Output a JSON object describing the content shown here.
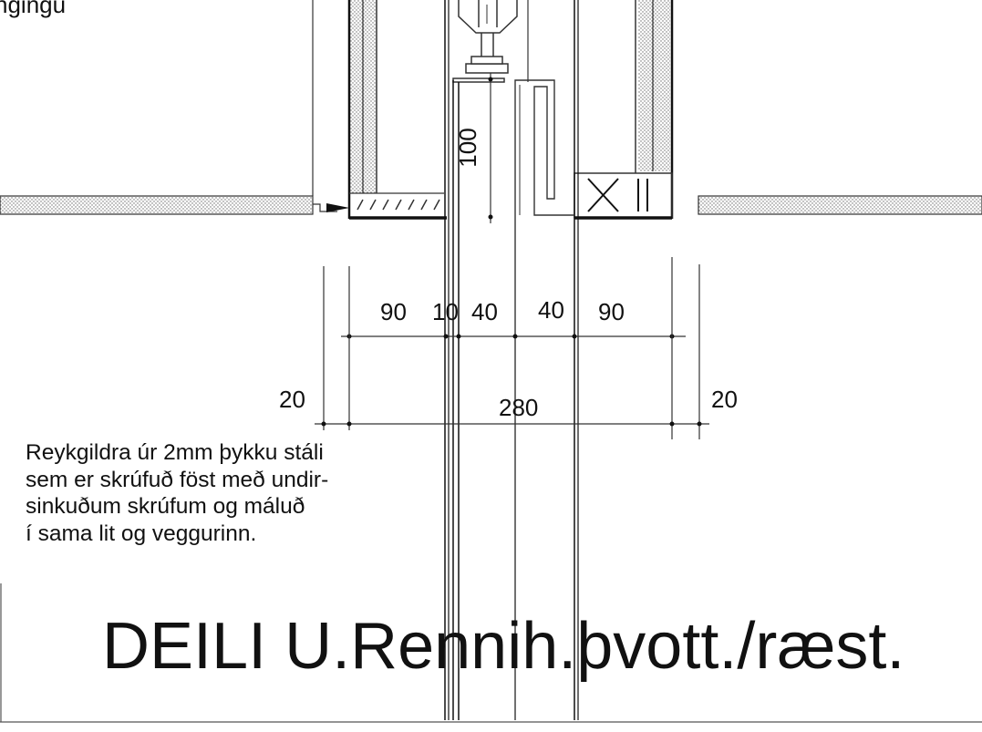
{
  "top_left_fragment": "ngingu",
  "dimensions": {
    "height_100": "100",
    "d_90_left": "90",
    "d_10": "10",
    "d_40_left": "40",
    "d_40_right": "40",
    "d_90_right": "90",
    "d_20_left": "20",
    "d_280": "280",
    "d_20_right": "20"
  },
  "note_lines": [
    "Reykgildra úr 2mm þykku stáli",
    "sem er skrúfuð föst með undir-",
    "sinkuðum skrúfum og máluð",
    "í sama lit og veggurinn."
  ],
  "title": "DEILI U.Rennih.þvott./ræst."
}
